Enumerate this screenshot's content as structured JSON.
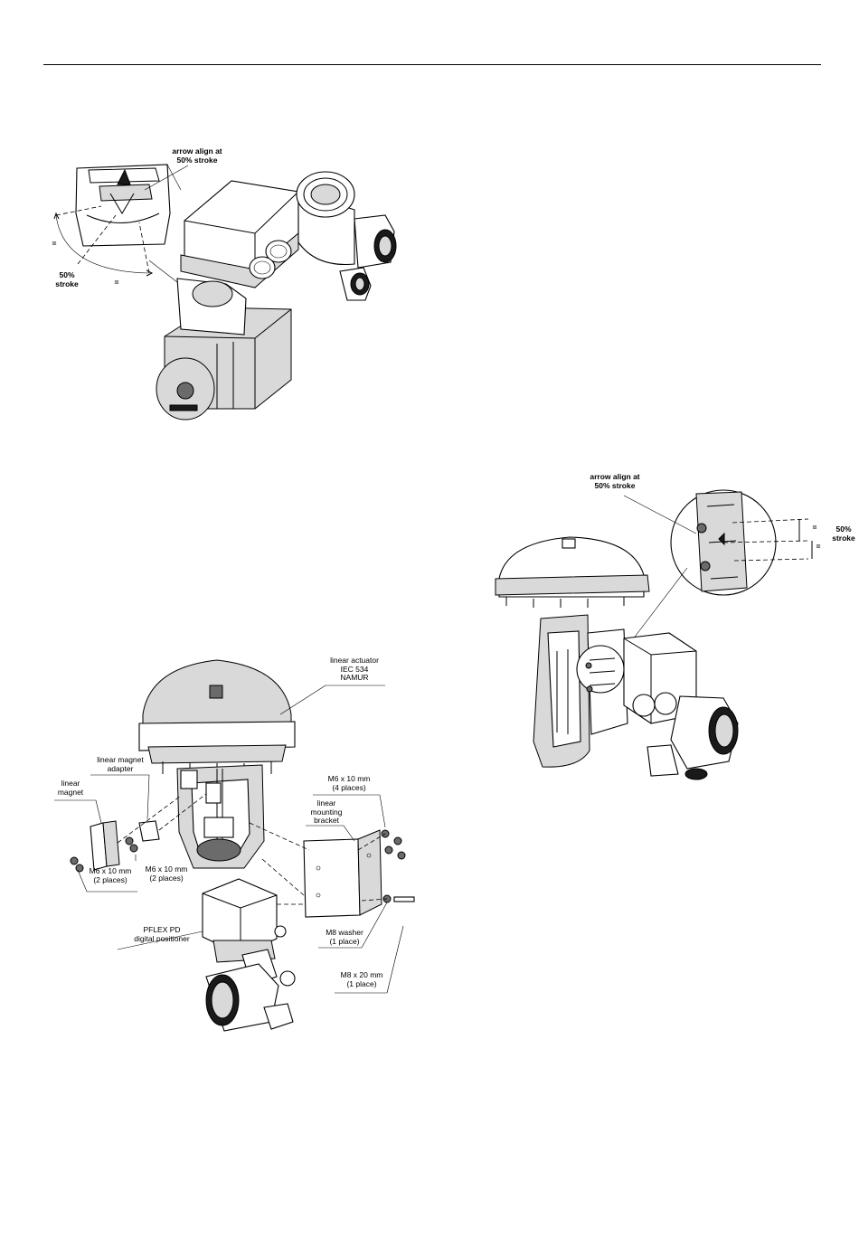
{
  "figure1": {
    "arrow_align": [
      "arrow align at",
      "50% stroke"
    ],
    "equal_left": "=",
    "stroke_label": [
      "50%",
      "stroke"
    ],
    "equal_bottom": "="
  },
  "figure2": {
    "arrow_align": [
      "arrow align at",
      "50% stroke"
    ],
    "equal_top": "=",
    "equal_bottom": "=",
    "stroke_label": [
      "50%",
      "stroke"
    ]
  },
  "figure3": {
    "linear_actuator": [
      "linear actuator",
      "IEC 534",
      "NAMUR"
    ],
    "linear_magnet_adapter": [
      "linear magnet",
      "adapter"
    ],
    "linear_magnet": [
      "linear",
      "magnet"
    ],
    "m6_4": [
      "M6 x 10 mm",
      "(4 places)"
    ],
    "linear_mounting_bracket": [
      "linear",
      "mounting",
      "bracket"
    ],
    "m6_2a": [
      "M6 x 10 mm",
      "(2 places)"
    ],
    "m6_2b": [
      "M6 x 10 mm",
      "(2 places)"
    ],
    "positioner": [
      "PFLEX PD",
      "digital positioner"
    ],
    "m8_washer": [
      "M8 washer",
      "(1 place)"
    ],
    "m8_screw": [
      "M8 x 20 mm",
      "(1 place)"
    ]
  }
}
